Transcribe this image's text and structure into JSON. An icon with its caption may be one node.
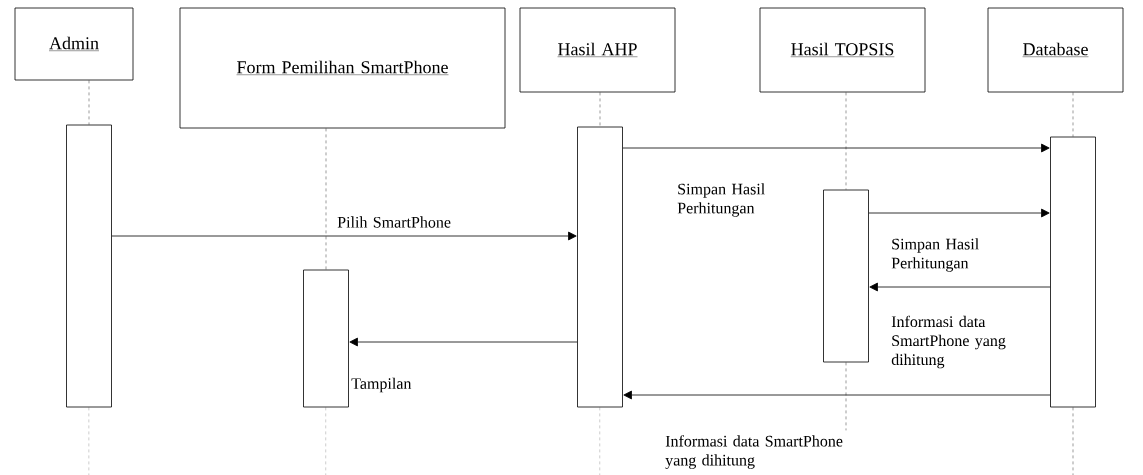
{
  "diagram": {
    "nodes": [
      {
        "text": [
          "Admin"
        ]
      },
      {
        "text": [
          "Form Pemilihan SmartPhone"
        ]
      },
      {
        "text": [
          "Hasil AHP"
        ]
      },
      {
        "text": [
          "Hasil TOPSIS"
        ]
      },
      {
        "text": [
          "Database"
        ]
      },
      {
        "text": [],
        "shape": "bar"
      },
      {
        "text": [],
        "shape": "bar"
      },
      {
        "text": [],
        "shape": "bar"
      },
      {
        "text": [],
        "shape": "bar"
      },
      {
        "text": [],
        "shape": "bar"
      }
    ],
    "edges": [
      {
        "from": 0,
        "to": 5,
        "arrow": "none",
        "style": "dashed"
      },
      {
        "from": 1,
        "to": 6,
        "arrow": "none",
        "style": "dashed"
      },
      {
        "from": 2,
        "to": 7,
        "arrow": "none",
        "style": "dashed"
      },
      {
        "from": 3,
        "to": 8,
        "arrow": "none",
        "style": "dashed"
      },
      {
        "from": 4,
        "to": 9,
        "arrow": "none",
        "style": "dashed"
      },
      {
        "from": 5,
        "to": 7,
        "arrow": "to",
        "label": "Pilih SmartPhone"
      },
      {
        "from": 7,
        "to": 9,
        "arrow": "to",
        "label": "Simpan Hasil Perhitungan"
      },
      {
        "from": 8,
        "to": 9,
        "arrow": "to",
        "label": "Simpan Hasil Perhitungan"
      },
      {
        "from": 9,
        "to": 8,
        "arrow": "to",
        "label": "Informasi data SmartPhone yang dihitung"
      },
      {
        "from": 7,
        "to": 6,
        "arrow": "to",
        "label": "Tampilan"
      },
      {
        "from": 9,
        "to": 7,
        "arrow": "to",
        "label": "Informasi data SmartPhone yang dihitung"
      }
    ]
  }
}
